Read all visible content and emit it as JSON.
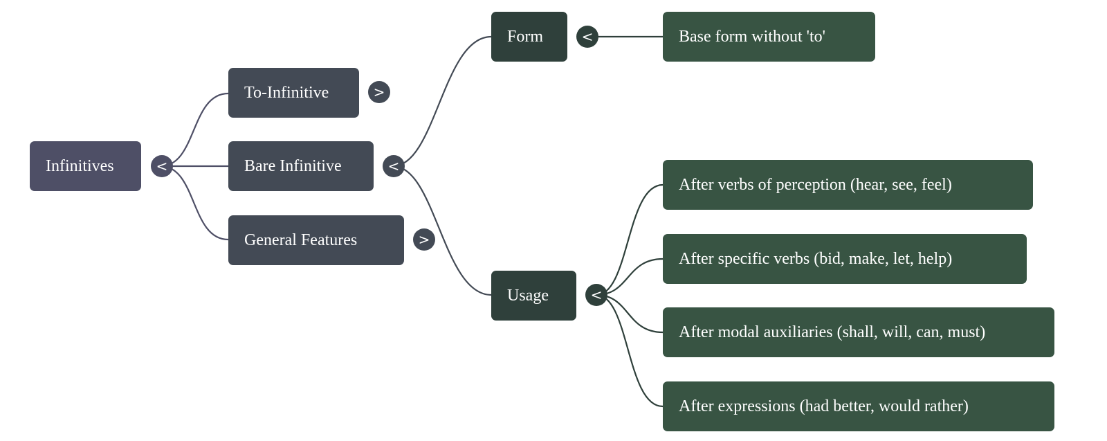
{
  "mindmap": {
    "root": {
      "label": "Infinitives",
      "toggle": "<",
      "children": [
        {
          "label": "To-Infinitive",
          "toggle": ">"
        },
        {
          "label": "Bare Infinitive",
          "toggle": "<"
        },
        {
          "label": "General Features",
          "toggle": ">"
        }
      ]
    },
    "bare_infinitive": {
      "form": {
        "label": "Form",
        "toggle": "<",
        "children": [
          "Base form without 'to'"
        ]
      },
      "usage": {
        "label": "Usage",
        "toggle": "<",
        "children": [
          "After verbs of perception (hear, see, feel)",
          "After specific verbs (bid, make, let, help)",
          "After modal auxiliaries (shall, will, can, must)",
          "After expressions (had better, would rather)"
        ]
      }
    },
    "colors": {
      "root": "#4e4f66",
      "level1": "#434a55",
      "level2": "#2f403b",
      "level3": "#385443",
      "edge_root": "#4e4f66",
      "edge_level1": "#434a55",
      "edge_level2": "#2f403b"
    }
  }
}
